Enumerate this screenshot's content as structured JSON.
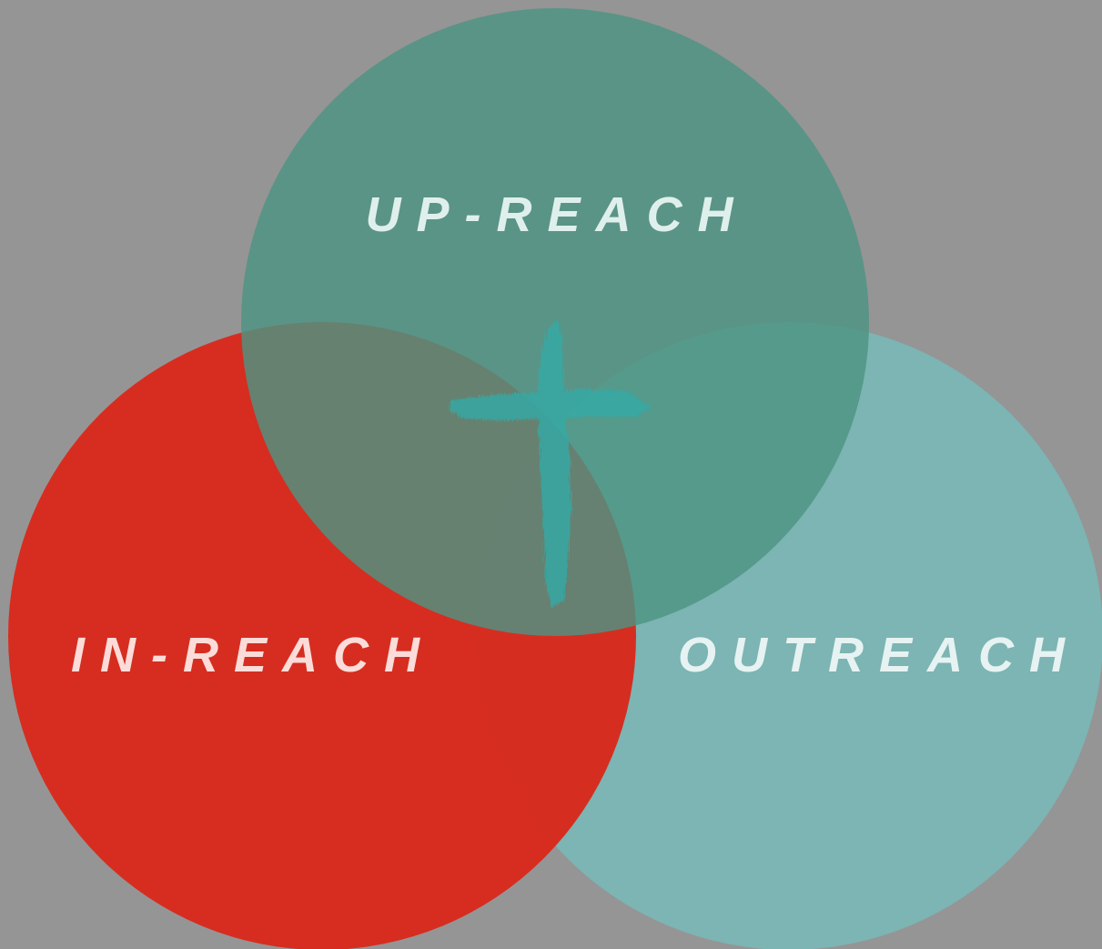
{
  "diagram": {
    "background": "#959595",
    "circles": [
      {
        "id": "up-reach",
        "label": "UP-REACH",
        "color": "#4d9483",
        "label_color": "#dff0ec"
      },
      {
        "id": "in-reach",
        "label": "IN-REACH",
        "color": "#d8291c",
        "label_color": "#fbdcd9"
      },
      {
        "id": "outreach",
        "label": "OUTREACH",
        "color": "#7ab6b4",
        "label_color": "#e6f3f2"
      }
    ],
    "center_symbol": {
      "icon": "cross-icon",
      "color": "#34aaa6"
    }
  }
}
